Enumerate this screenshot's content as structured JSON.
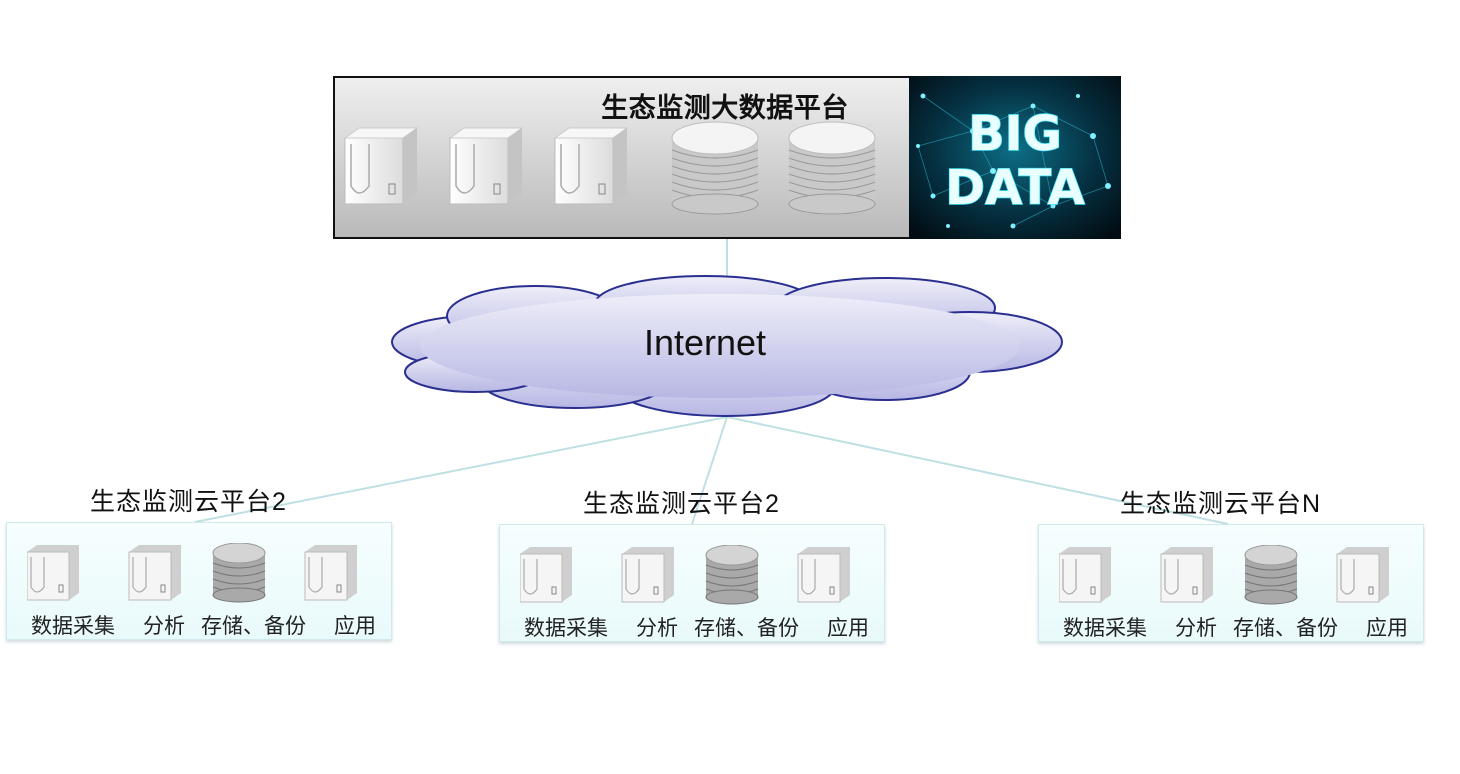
{
  "platform": {
    "title": "生态监测大数据平台",
    "badge_line1": "BIG",
    "badge_line2": "DATA",
    "icons": [
      "server-icon",
      "server-icon",
      "server-icon",
      "disk-stack-icon",
      "disk-stack-icon"
    ]
  },
  "cloud": {
    "label": "Internet"
  },
  "nodes": [
    {
      "title": "生态监测云平台2",
      "captions": [
        "数据采集",
        "分析",
        "存储、备份",
        "应用"
      ]
    },
    {
      "title": "生态监测云平台2",
      "captions": [
        "数据采集",
        "分析",
        "存储、备份",
        "应用"
      ]
    },
    {
      "title": "生态监测云平台N",
      "captions": [
        "数据采集",
        "分析",
        "存储、备份",
        "应用"
      ]
    }
  ],
  "colors": {
    "link": "#bfe0e3",
    "cloud_fill_top": "#eeeef9",
    "cloud_fill_bottom": "#b7b7e4",
    "cloud_stroke": "#2a2f8f",
    "badge_bg": "#03141c",
    "badge_glow": "#3fe6ff"
  }
}
